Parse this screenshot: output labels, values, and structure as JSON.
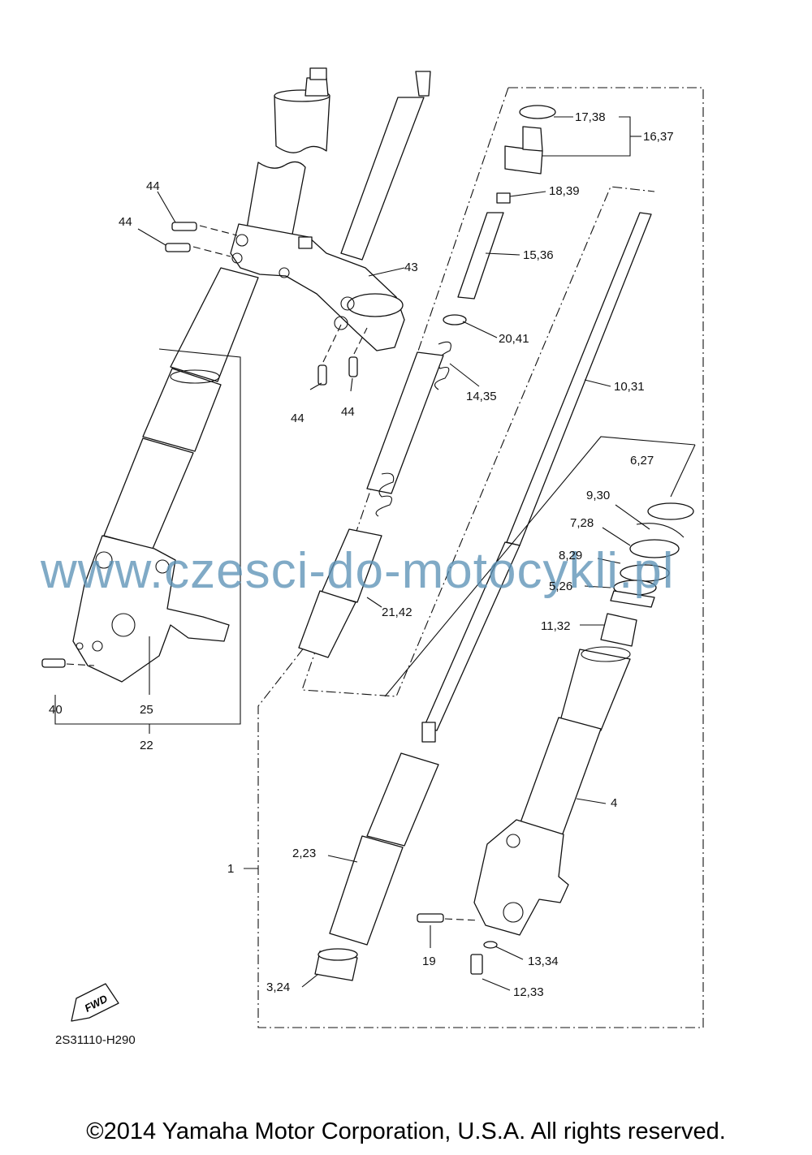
{
  "diagram_code": "2S31110-H290",
  "copyright": "©2014 Yamaha Motor Corporation, U.S.A. All rights reserved.",
  "watermark": "www.czesci-do-motocykli.pl",
  "fwd_badge": "FWD",
  "callouts": {
    "c_17_38": "17,38",
    "c_16_37": "16,37",
    "c_18_39": "18,39",
    "c_15_36": "15,36",
    "c_20_41": "20,41",
    "c_14_35": "14,35",
    "c_10_31": "10,31",
    "c_6_27": "6,27",
    "c_9_30": "9,30",
    "c_7_28": "7,28",
    "c_8_29": "8,29",
    "c_5_26": "5,26",
    "c_11_32": "11,32",
    "c_21_42": "21,42",
    "c_4": "4",
    "c_43": "43",
    "c_44_a": "44",
    "c_44_b": "44",
    "c_44_c": "44",
    "c_44_d": "44",
    "c_40": "40",
    "c_25": "25",
    "c_22": "22",
    "c_1": "1",
    "c_2_23": "2,23",
    "c_19": "19",
    "c_13_34": "13,34",
    "c_12_33": "12,33",
    "c_3_24": "3,24"
  }
}
